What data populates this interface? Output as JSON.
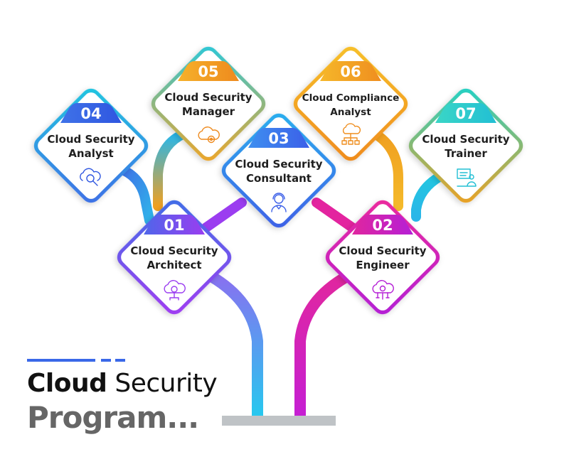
{
  "colors": {
    "blue": "#3f6fe6",
    "purple": "#9a3df0",
    "magenta": "#d51fbf",
    "orange": "#f0a020",
    "cyan": "#20c4d8",
    "ground": "#bfc3c6",
    "title_dark": "#111111",
    "title_gray": "#666666"
  },
  "title": {
    "line1_bold": "Cloud",
    "line1_rest": "Security",
    "line2": "Program..."
  },
  "cards": [
    {
      "num": "01",
      "line1": "Cloud Security",
      "line2": "Architect",
      "icon": "cloud-gear-icon"
    },
    {
      "num": "02",
      "line1": "Cloud Security",
      "line2": "Engineer",
      "icon": "cloud-circuit-icon"
    },
    {
      "num": "03",
      "line1": "Cloud Security",
      "line2": "Consultant",
      "icon": "consultant-headset-icon"
    },
    {
      "num": "04",
      "line1": "Cloud Security",
      "line2": "Analyst",
      "icon": "cloud-search-icon"
    },
    {
      "num": "05",
      "line1": "Cloud Security",
      "line2": "Manager",
      "icon": "cloud-settings-icon"
    },
    {
      "num": "06",
      "line1": "Cloud Compliance",
      "line2": "Analyst",
      "icon": "cloud-network-icon"
    },
    {
      "num": "07",
      "line1": "Cloud Security",
      "line2": "Trainer",
      "icon": "trainer-board-icon"
    }
  ]
}
